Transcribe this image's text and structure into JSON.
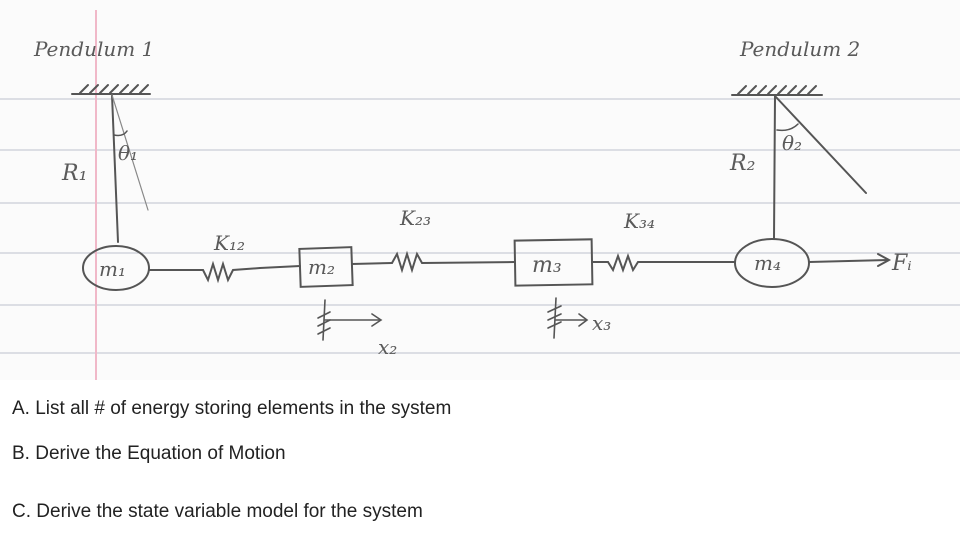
{
  "diagram": {
    "labels": {
      "pendulum1": "Pendulum 1",
      "pendulum2": "Pendulum 2",
      "r1": "R₁",
      "theta1": "θ₁",
      "r2": "R₂",
      "theta2": "θ₂",
      "m1": "m₁",
      "m2": "m₂",
      "m3": "m₃",
      "m4": "m₄",
      "k12": "K₁₂",
      "k23": "K₂₃",
      "k34": "K₃₄",
      "x2": "x₂",
      "x3": "x₃",
      "force": "Fᵢ"
    },
    "colors": {
      "ink": "#555555",
      "rule": "#c9ccd6",
      "margin": "#f0b8c8"
    }
  },
  "questions": {
    "a": "A. List all # of energy storing elements in the system",
    "b": "B. Derive the Equation of Motion",
    "c": "C. Derive the state variable model for the system"
  }
}
